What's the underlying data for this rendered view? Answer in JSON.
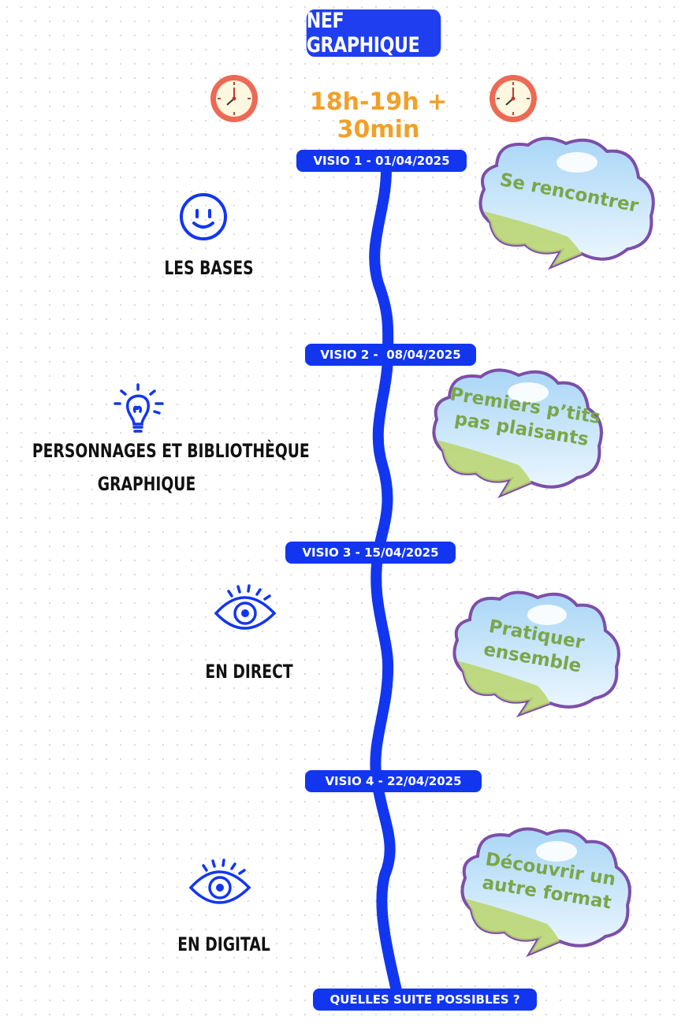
{
  "header": {
    "title": "NEF GRAPHIQUE",
    "time": "18h-19h + 30min"
  },
  "colors": {
    "accent_blue": "#1236f0",
    "time_orange": "#f2a027",
    "cloud_text_green": "#7aa64a"
  },
  "timeline": [
    {
      "visio": "VISIO 1 - 01/04/2025",
      "label_lines": [
        "LES BASES"
      ],
      "icon": "smiley-icon",
      "cloud": [
        "Se rencontrer"
      ]
    },
    {
      "visio": "VISIO 2 -  08/04/2025",
      "label_lines": [
        "PERSONNAGES ET BIBLIOTHÈQUE",
        "GRAPHIQUE"
      ],
      "icon": "lightbulb-icon",
      "cloud": [
        "Premiers p’tits",
        "pas plaisants"
      ]
    },
    {
      "visio": "VISIO 3 - 15/04/2025",
      "label_lines": [
        "EN DIRECT"
      ],
      "icon": "eye-icon",
      "cloud": [
        "Pratiquer",
        "ensemble"
      ]
    },
    {
      "visio": "VISIO 4 - 22/04/2025",
      "label_lines": [
        "EN DIGITAL"
      ],
      "icon": "eye-icon",
      "cloud": [
        "Découvrir un",
        "autre format"
      ]
    }
  ],
  "footer": {
    "question": "QUELLES SUITE POSSIBLES ?"
  }
}
